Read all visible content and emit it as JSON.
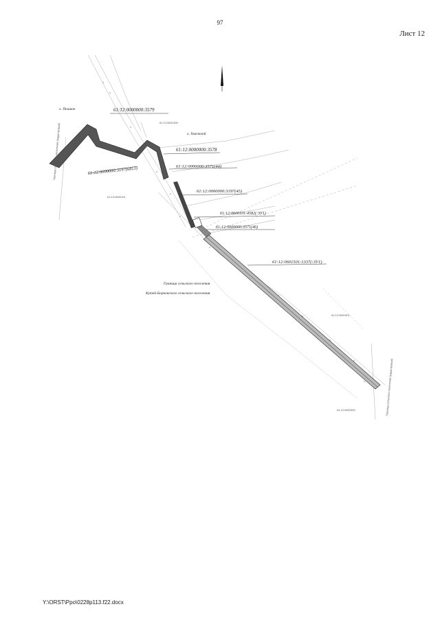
{
  "header": {
    "page_number": "97",
    "sheet_label": "Лист 12"
  },
  "footer": {
    "path": "Y:\\ORST\\Ppo\\0228p113.f22.docx"
  },
  "map": {
    "north_arrow": "north-arrow-icon",
    "settlements": [
      {
        "name": "х. Пешков"
      },
      {
        "name": "х. Хмельной"
      }
    ],
    "parcels": [
      "61:12:0000000:3579",
      "61:12:0000000:3578",
      "61:12:0000000:3571(44)",
      "61:12:0000000:3197(6813)",
      "61:12:0000000:3197(45)",
      "61:12:0600101:4582(:ЗУ1)",
      "61:12:0000000:3571(46)",
      "61:12:0601501:1337(:ЗУ1)"
    ],
    "border_label_1": "Граница сельского поселения",
    "border_label_2": "Кутей-Борковского сельского поселения",
    "vertical_label_left": "Граница сельского поселения (кадастровый)",
    "vertical_label_right": "Граница сельского поселения (кадастровый)",
    "minor_labels": [
      "61:12:0601406",
      "61:12:0600101",
      "61:12:0601501",
      "61:12:0602300"
    ]
  }
}
